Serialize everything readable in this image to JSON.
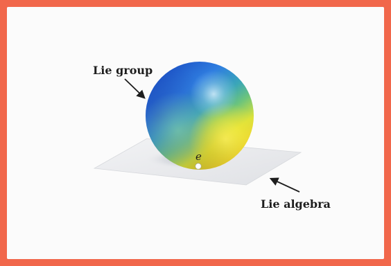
{
  "labels": {
    "lie_group": "Lie group",
    "lie_algebra": "Lie algebra",
    "identity": "e"
  },
  "colors": {
    "frame": "#f1674b",
    "background": "#fbfbfb",
    "plane": "#e9eaec",
    "sphere_blue": "#1f5fd0",
    "sphere_teal": "#3fb3a2",
    "sphere_yellow": "#f0ea2b",
    "identity_point": "#ffffff"
  }
}
